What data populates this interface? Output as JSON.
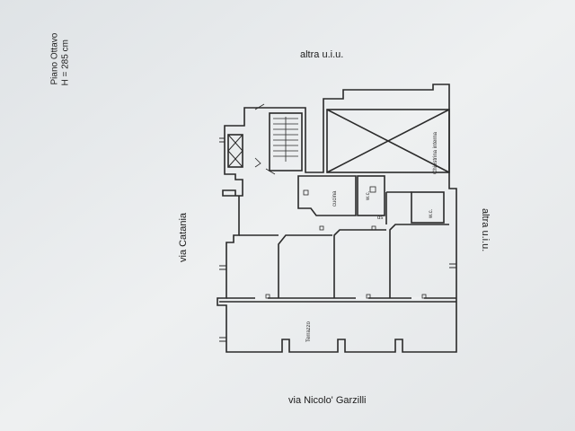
{
  "header": {
    "floor": "Piano Ottavo",
    "height": "H = 285 cm"
  },
  "streets": {
    "top": "altra u.i.u.",
    "right": "altra u.i.u.",
    "left": "via Catania",
    "bottom": "via Nicolo' Garzilli"
  },
  "rooms": {
    "terrace": "Terrazzo",
    "courtyard": "Chiostrina interna",
    "kitchen": "cucina",
    "wc1": "w.c.",
    "wc2": "w.c.",
    "ds": "ds"
  }
}
